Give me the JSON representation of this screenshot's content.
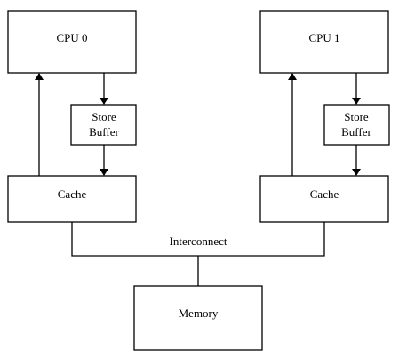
{
  "diagram": {
    "cpu0": {
      "label": "CPU 0"
    },
    "cpu1": {
      "label": "CPU 1"
    },
    "store_buffer0": {
      "line1": "Store",
      "line2": "Buffer"
    },
    "store_buffer1": {
      "line1": "Store",
      "line2": "Buffer"
    },
    "cache0": {
      "label": "Cache"
    },
    "cache1": {
      "label": "Cache"
    },
    "interconnect": {
      "label": "Interconnect"
    },
    "memory": {
      "label": "Memory"
    }
  },
  "colors": {
    "stroke": "#000000",
    "background": "#ffffff"
  }
}
